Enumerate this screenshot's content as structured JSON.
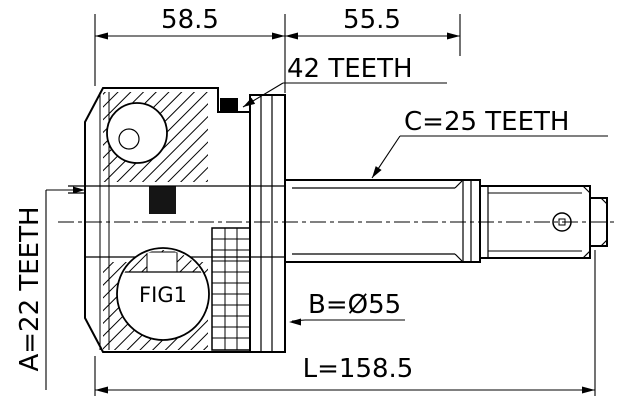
{
  "diagram": {
    "dim_width_left": "58.5",
    "dim_width_right": "55.5",
    "label_abs_teeth": "42 TEETH",
    "label_outer_spline": "C=25 TEETH",
    "label_inner_spline": "A=22 TEETH",
    "label_figure": "FIG1",
    "label_diameter": "B=Ø55",
    "dim_total_length": "L=158.5",
    "colors": {
      "line": "#000000",
      "background": "#ffffff"
    }
  }
}
